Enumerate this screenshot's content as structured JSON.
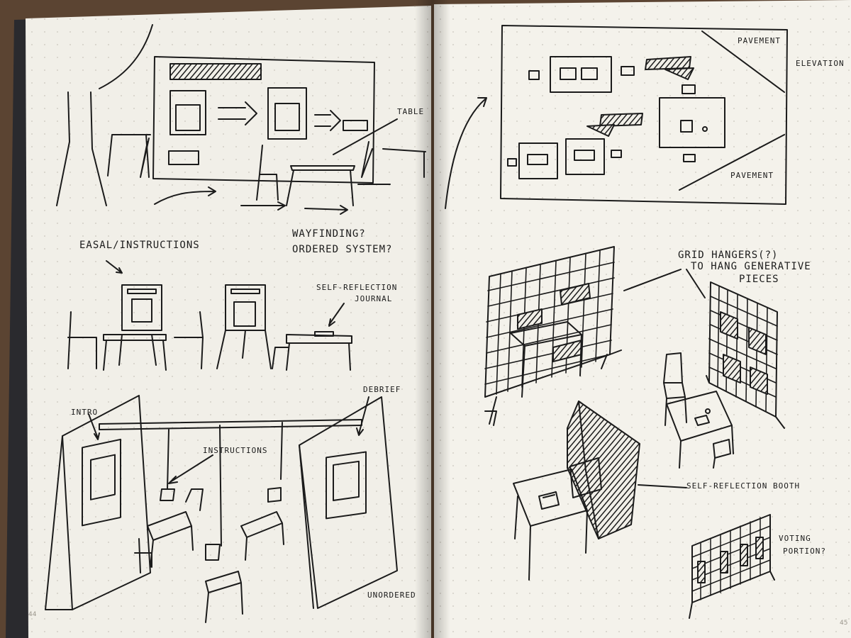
{
  "photo": {
    "subject": "open sketchbook with exhibition layout sketches",
    "colors": {
      "background_wood": "#5b4432",
      "paper_left": "#f1efe8",
      "paper_right": "#f4f2eb",
      "ink": "#1b1b1b",
      "dot_grid": "#c9c5bb"
    }
  },
  "left_page": {
    "page_number": "44",
    "labels": {
      "table": "TABLE",
      "wayfinding_1": "WAYFINDING?",
      "wayfinding_2": "ORDERED SYSTEM?",
      "easal": "EASAL/INSTRUCTIONS",
      "self_reflection_1": "SELF-REFLECTION",
      "self_reflection_2": "JOURNAL",
      "intro": "INTRO",
      "instructions": "INSTRUCTIONS",
      "debrief": "DEBRIEF",
      "unordered": "UNORDERED"
    }
  },
  "right_page": {
    "page_number": "45",
    "labels": {
      "pavement_top": "PAVEMENT",
      "elevation": "ELEVATION",
      "pavement_bottom": "PAVEMENT",
      "grid_hangers_1": "GRID HANGERS(?)",
      "grid_hangers_2": "TO HANG GENERATIVE",
      "grid_hangers_3": "PIECES",
      "booth": "SELF-REFLECTION BOOTH",
      "voting_1": "VOTING",
      "voting_2": "PORTION?"
    }
  }
}
